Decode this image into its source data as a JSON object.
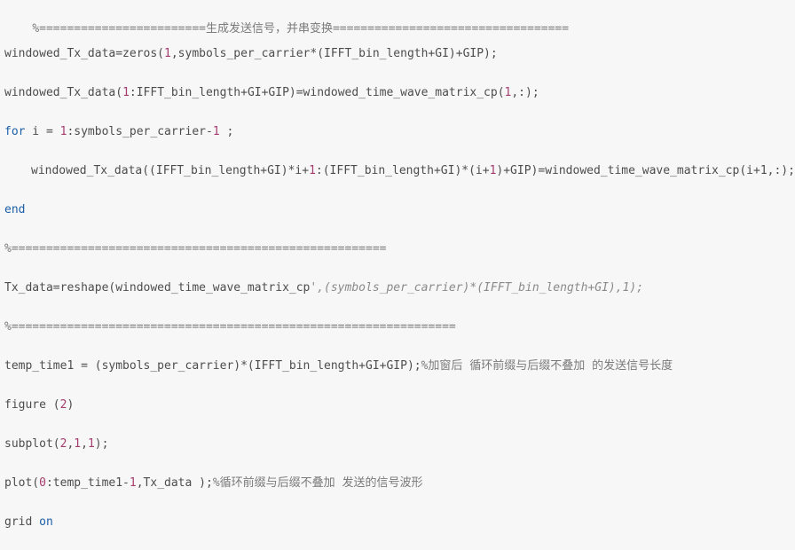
{
  "lines": [
    {
      "parts": [
        "%========================生成发送信号，并串变换=================================="
      ]
    },
    {
      "parts": [
        "windowed_Tx_data=zeros(",
        "1",
        ",symbols_per_carrier*(IFFT_bin_length+GI)+GIP);"
      ]
    },
    {
      "parts": [
        "windowed_Tx_data(",
        "1",
        ":IFFT_bin_length+GI+GIP)=windowed_time_wave_matrix_cp(",
        "1",
        ",:);"
      ]
    },
    {
      "parts": [
        "for",
        " i = ",
        "1",
        ":symbols_per_carrier-",
        "1",
        " ;"
      ]
    },
    {
      "parts": [
        "windowed_Tx_data((IFFT_bin_length+GI)*i+",
        "1",
        ":(IFFT_bin_length+GI)*(i+",
        "1",
        ")+GIP)=windowed_time_wave_matrix_cp(i+1,:);"
      ]
    },
    {
      "parts": [
        "end"
      ]
    },
    {
      "parts": [
        "%======================================================"
      ]
    },
    {
      "parts": [
        "Tx_data=reshape(windowed_time_wave_matrix_cp",
        "',(symbols_per_carrier)*(IFFT_bin_length+GI),1);"
      ]
    },
    {
      "parts": [
        "%================================================================"
      ]
    },
    {
      "parts": [
        "temp_time1 = (symbols_per_carrier)*(IFFT_bin_length+GI+GIP);",
        "%加窗后 循环前缀与后缀不叠加 的发送信号长度"
      ]
    },
    {
      "parts": [
        "figure (",
        "2",
        ")"
      ]
    },
    {
      "parts": [
        "subplot(",
        "2",
        ",",
        "1",
        ",",
        "1",
        ");"
      ]
    },
    {
      "parts": [
        "plot(",
        "0",
        ":temp_time1-",
        "1",
        ",Tx_data );",
        "%循环前缀与后缀不叠加 发送的信号波形"
      ]
    },
    {
      "parts": [
        "grid ",
        "on"
      ]
    }
  ]
}
